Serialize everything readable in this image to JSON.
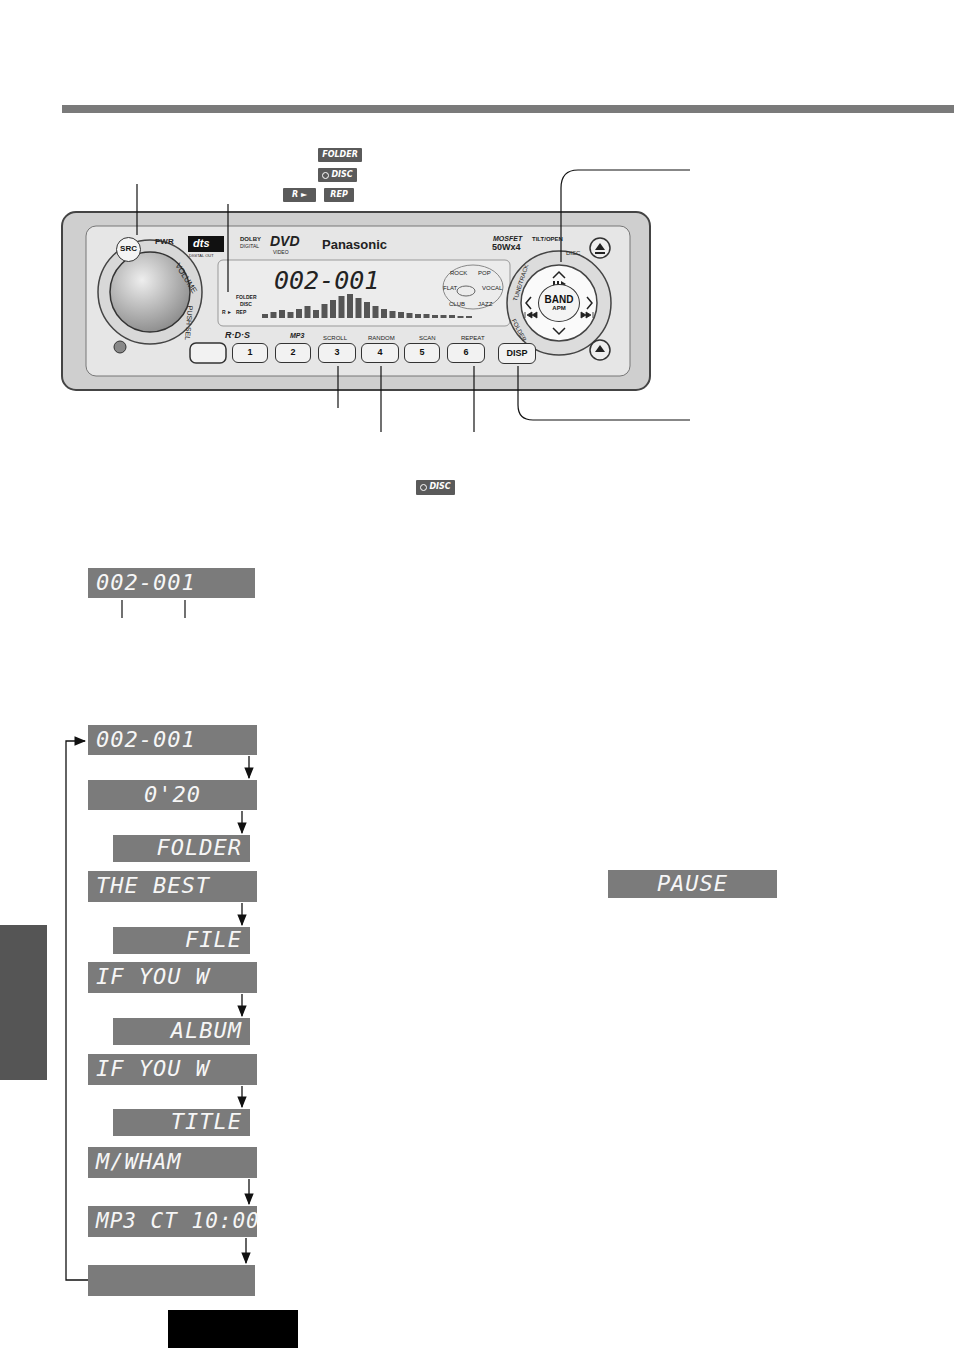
{
  "diagram": {
    "nodes": [
      {
        "text": [
          "FOLDER"
        ]
      },
      {
        "text": [
          "DISC"
        ]
      },
      {
        "text": [
          "R ►"
        ]
      },
      {
        "text": [
          "REP"
        ]
      },
      {
        "text": [
          "SRC"
        ]
      },
      {
        "text": [
          "002-001"
        ]
      },
      {
        "text": [
          "BAND",
          "APM"
        ]
      },
      {
        "text": [
          "1"
        ]
      },
      {
        "text": [
          "2"
        ]
      },
      {
        "text": [
          "3"
        ]
      },
      {
        "text": [
          "4"
        ]
      },
      {
        "text": [
          "5"
        ]
      },
      {
        "text": [
          "6"
        ]
      },
      {
        "text": [
          "DISP"
        ]
      },
      {
        "text": [
          "DISC"
        ]
      },
      {
        "text": [
          "002-001"
        ]
      },
      {
        "text": [
          "002-001"
        ]
      },
      {
        "text": [
          "0'20"
        ]
      },
      {
        "text": [
          "FOLDER"
        ]
      },
      {
        "text": [
          "THE BEST"
        ]
      },
      {
        "text": [
          "PAUSE"
        ]
      },
      {
        "text": [
          "FILE"
        ]
      },
      {
        "text": [
          "IF YOU W"
        ]
      },
      {
        "text": [
          "ALBUM"
        ]
      },
      {
        "text": [
          "IF YOU W"
        ]
      },
      {
        "text": [
          "TITLE"
        ]
      },
      {
        "text": [
          "M/WHAM"
        ]
      },
      {
        "text": [
          "MP3 CT 10:00"
        ]
      }
    ],
    "edges": [
      {
        "from": 16,
        "to": 17,
        "arrow": "to"
      },
      {
        "from": 17,
        "to": 18,
        "arrow": "to"
      },
      {
        "from": 19,
        "to": 21,
        "arrow": "to"
      },
      {
        "from": 22,
        "to": 23,
        "arrow": "to"
      },
      {
        "from": 24,
        "to": 25,
        "arrow": "to"
      },
      {
        "from": 26,
        "to": 27,
        "arrow": "to"
      }
    ],
    "labels": [
      "PWR",
      "dts",
      "DIGITAL OUT",
      "DOLBY",
      "DIGITAL",
      "DVD",
      "VIDEO",
      "Panasonic",
      "MOSFET",
      "50Wx4",
      "TILT/OPEN",
      "DISC",
      "VOLUME",
      "PUSH SEL",
      "FOLDER",
      "DISC",
      "R ►",
      "REP",
      "R·D·S",
      "MP3",
      "ROCK",
      "POP",
      "FLAT",
      "VOCAL",
      "CLUB",
      "JAZZ",
      "SCROLL",
      "RANDOM",
      "SCAN",
      "REPEAT",
      "TUNE/TRACK",
      "FOLDER"
    ]
  }
}
